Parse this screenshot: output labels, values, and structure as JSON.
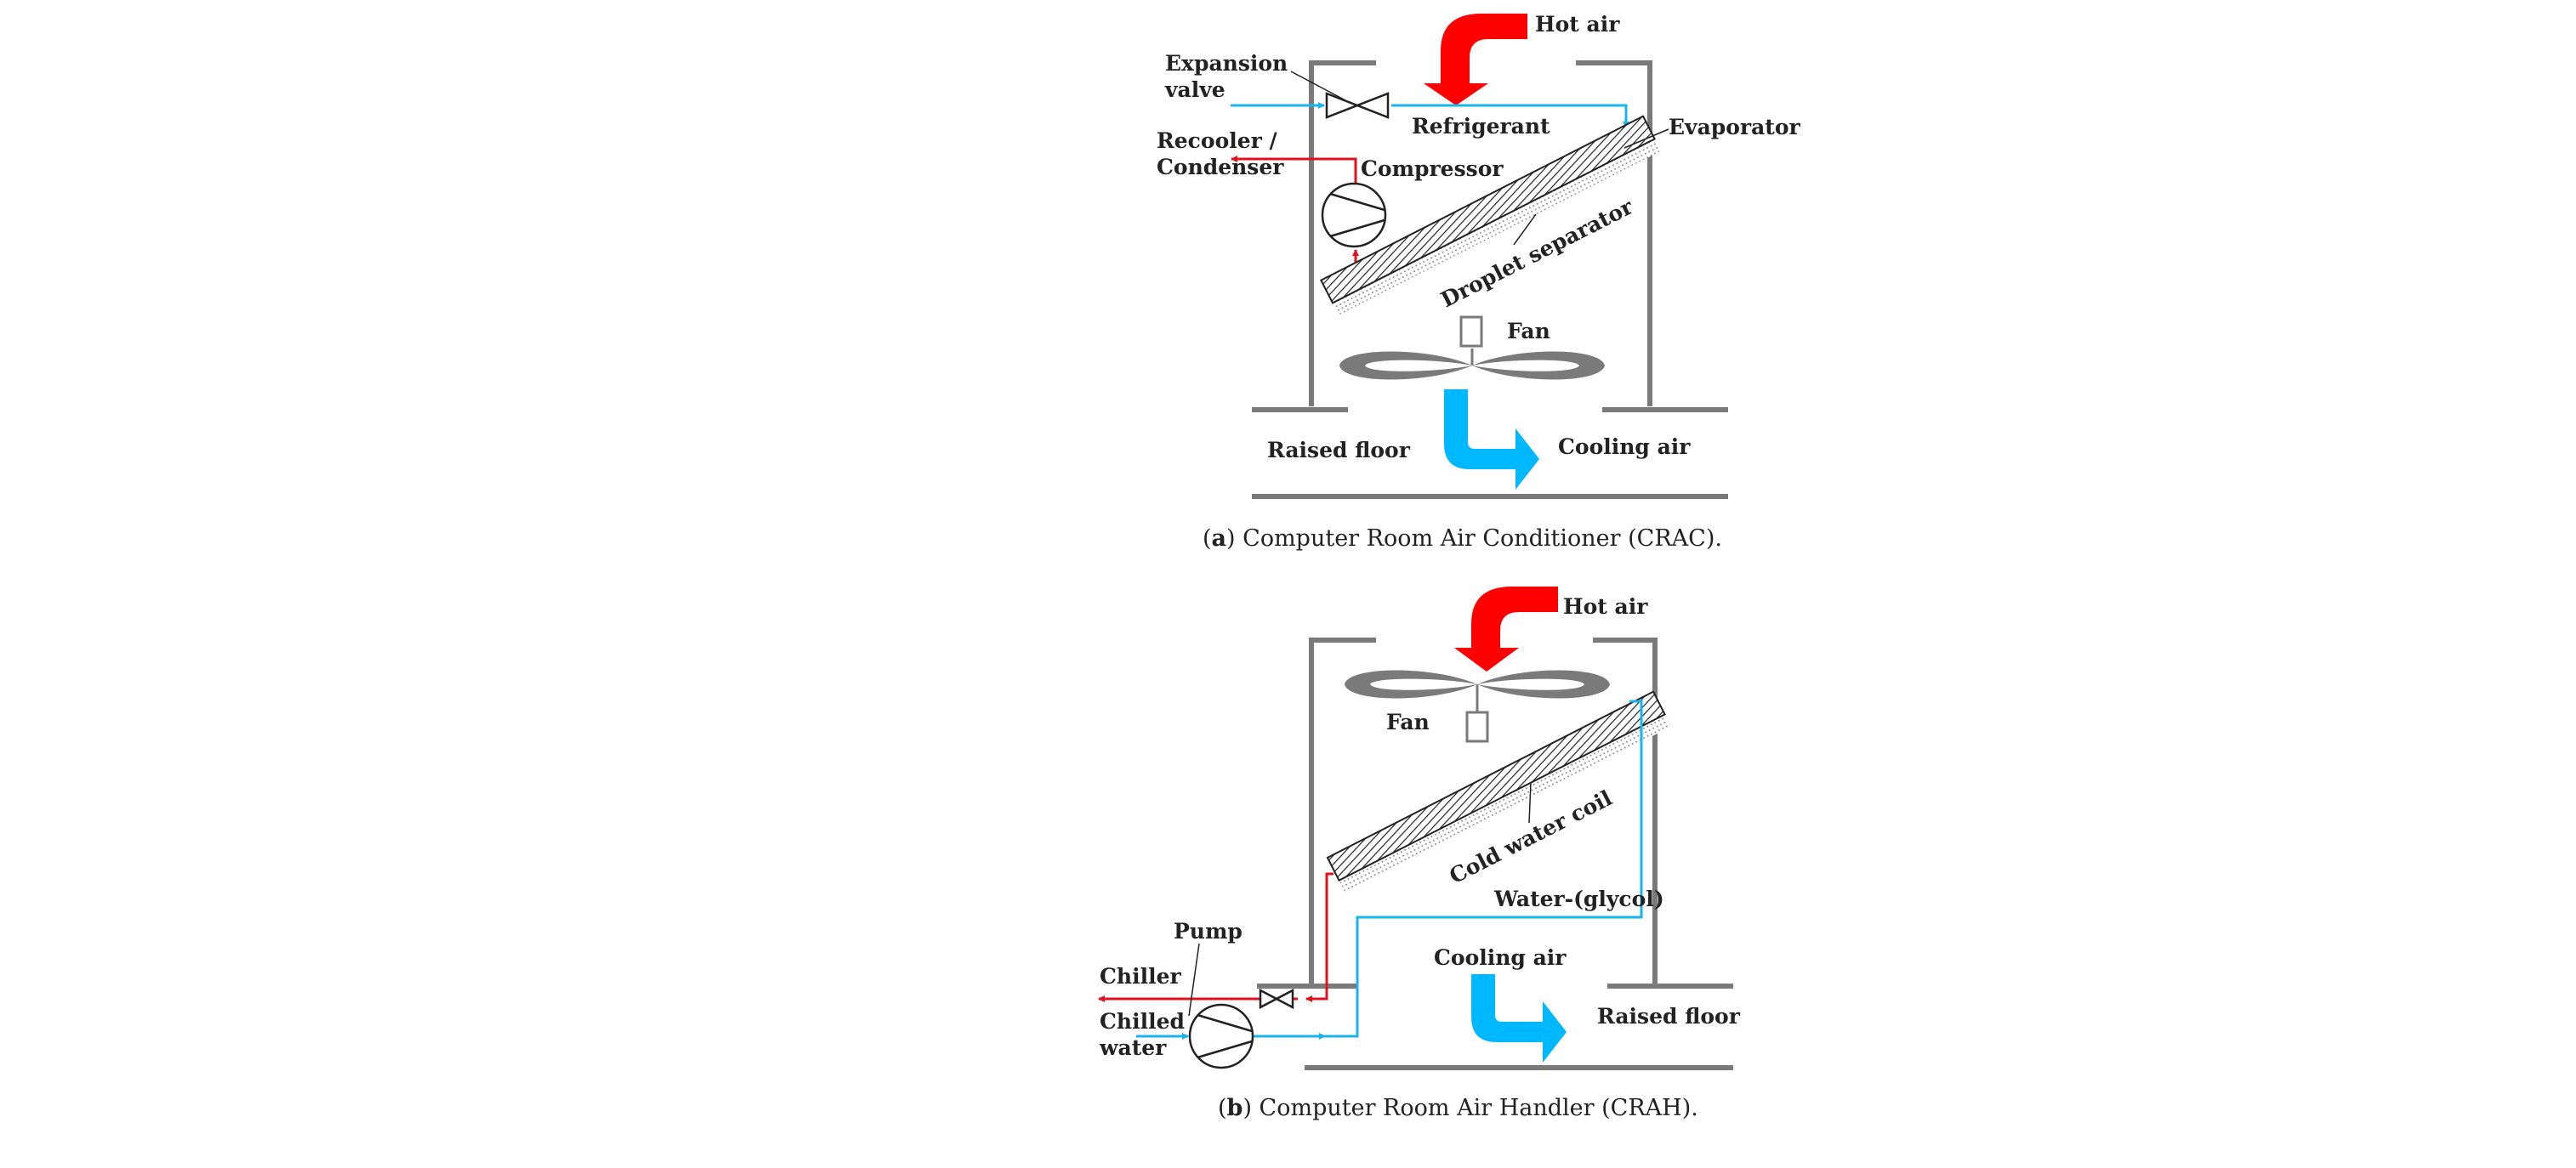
{
  "colors": {
    "hot_air": "#ff0000",
    "cooling_air": "#00b8ff",
    "cold_line": "#18b4ee",
    "hot_line": "#e0101e",
    "housing": "#7a7a7a",
    "outline": "#222222"
  },
  "crac": {
    "labels": {
      "hot_air": "Hot air",
      "expansion_valve_1": "Expansion",
      "expansion_valve_2": "valve",
      "refrigerant": "Refrigerant",
      "evaporator": "Evaporator",
      "recooler_1": "Recooler /",
      "recooler_2": "Condenser",
      "compressor": "Compressor",
      "droplet_separator": "Droplet separator",
      "fan": "Fan",
      "raised_floor": "Raised floor",
      "cooling_air": "Cooling air"
    },
    "caption": {
      "open": "(",
      "letter": "a",
      "text": ") Computer Room Air Conditioner (CRAC)."
    }
  },
  "crah": {
    "labels": {
      "hot_air": "Hot air",
      "fan": "Fan",
      "cold_water_coil": "Cold water coil",
      "water_glycol": "Water-(glycol)",
      "pump": "Pump",
      "chiller": "Chiller",
      "chilled_water_1": "Chilled",
      "chilled_water_2": "water",
      "cooling_air": "Cooling air",
      "raised_floor": "Raised floor"
    },
    "caption": {
      "open": "(",
      "letter": "b",
      "text": ") Computer Room Air Handler (CRAH)."
    }
  }
}
